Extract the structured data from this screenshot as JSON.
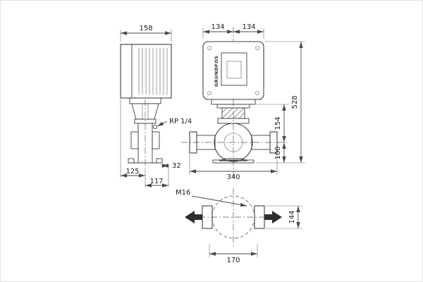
{
  "drawing": {
    "brand": "GRUNDFOS",
    "side_view": {
      "dim_width": "158",
      "dim_port": "RP 1/4",
      "dim_offset": "32",
      "dim_foot_left": "125",
      "dim_foot_right": "117"
    },
    "front_view": {
      "dim_half_left": "134",
      "dim_half_right": "134",
      "dim_length": "340",
      "dim_height_total": "528",
      "dim_height_port": "154",
      "dim_height_base": "100"
    },
    "bottom_view": {
      "dim_thread": "M16",
      "dim_flange": "144",
      "dim_bolt_span": "170"
    }
  }
}
